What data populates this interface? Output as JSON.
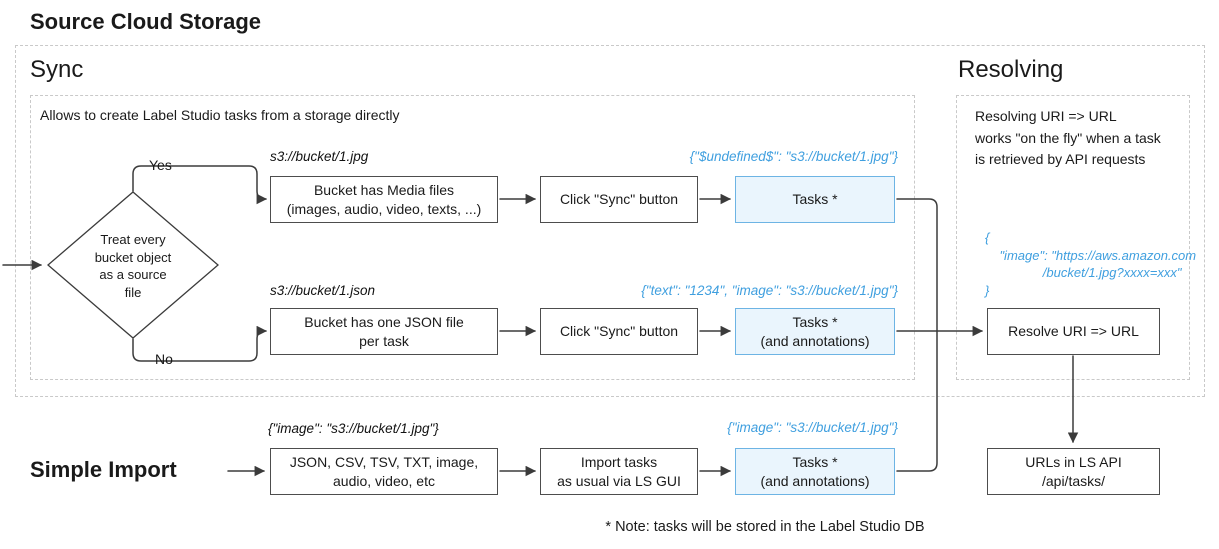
{
  "title": "Source Cloud Storage",
  "footnote": "* Note: tasks will be stored in the Label Studio DB",
  "colors": {
    "accent_blue": "#3f9fdf",
    "tasks_box_border": "#6db4e4",
    "tasks_box_fill": "#eaf5fd",
    "box_border": "#4d4d4d",
    "dashed_border": "#c9c9c9",
    "arrow": "#3b3b3b"
  },
  "sync": {
    "label": "Sync",
    "description": "Allows to create Label Studio tasks from a storage directly",
    "diamond_label": "Treat every\nbucket object\nas a source\nfile",
    "yes_label": "Yes",
    "no_label": "No",
    "media_row": {
      "uri_label": "s3://bucket/1.jpg",
      "source_box": "Bucket has Media files\n(images, audio, video, texts, ...)",
      "action_box": "Click \"Sync\" button",
      "task_json_label": "{\"$undefined$\": \"s3://bucket/1.jpg\"}",
      "tasks_box": "Tasks *"
    },
    "json_row": {
      "uri_label": "s3://bucket/1.json",
      "source_box": "Bucket has one JSON file\nper task",
      "action_box": "Click \"Sync\" button",
      "task_json_label": "{\"text\": \"1234\", \"image\": \"s3://bucket/1.jpg\"}",
      "tasks_box": "Tasks *\n(and annotations)"
    }
  },
  "resolving": {
    "label": "Resolving",
    "description": "Resolving URI => URL\nworks \"on the fly\" when a task\nis retrieved by API requests",
    "json_example": "{\n    \"image\": \"https://aws.amazon.com\n                /bucket/1.jpg?xxxx=xxx\"\n}",
    "resolve_box": "Resolve URI => URL",
    "urls_box": "URLs in LS API\n/api/tasks/"
  },
  "simple_import": {
    "label": "Simple Import",
    "uri_label": "{\"image\": \"s3://bucket/1.jpg\"}",
    "source_box": "JSON, CSV, TSV, TXT, image,\naudio, video, etc",
    "action_box": "Import tasks\nas usual via LS GUI",
    "task_json_label": "{\"image\": \"s3://bucket/1.jpg\"}",
    "tasks_box": "Tasks *\n(and annotations)"
  }
}
